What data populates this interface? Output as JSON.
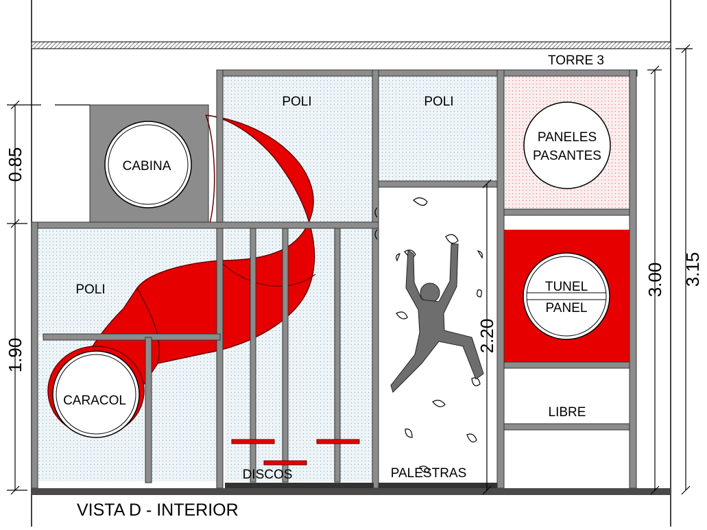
{
  "title": "VISTA D - INTERIOR",
  "tower_label": "TORRE 3",
  "labels": {
    "cabina": "CABINA",
    "poli_top_left": "POLI",
    "poli_top_right": "POLI",
    "poli_left": "POLI",
    "caracol": "CARACOL",
    "discos": "DISCOS",
    "palestras": "PALESTRAS",
    "paneles_line1": "PANELES",
    "paneles_line2": "PASANTES",
    "tunel": "TUNEL",
    "panel": "PANEL",
    "libre": "LIBRE"
  },
  "dimensions": {
    "d_085": "0.85",
    "d_190": "1.90",
    "d_220": "2.20",
    "d_300": "3.00",
    "d_315": "3.15"
  },
  "colors": {
    "red": "#e60000",
    "gray": "#8c8c8c",
    "dark": "#4a4a4a",
    "poli_fill": "#eef5f8",
    "pink": "#f7dede"
  }
}
